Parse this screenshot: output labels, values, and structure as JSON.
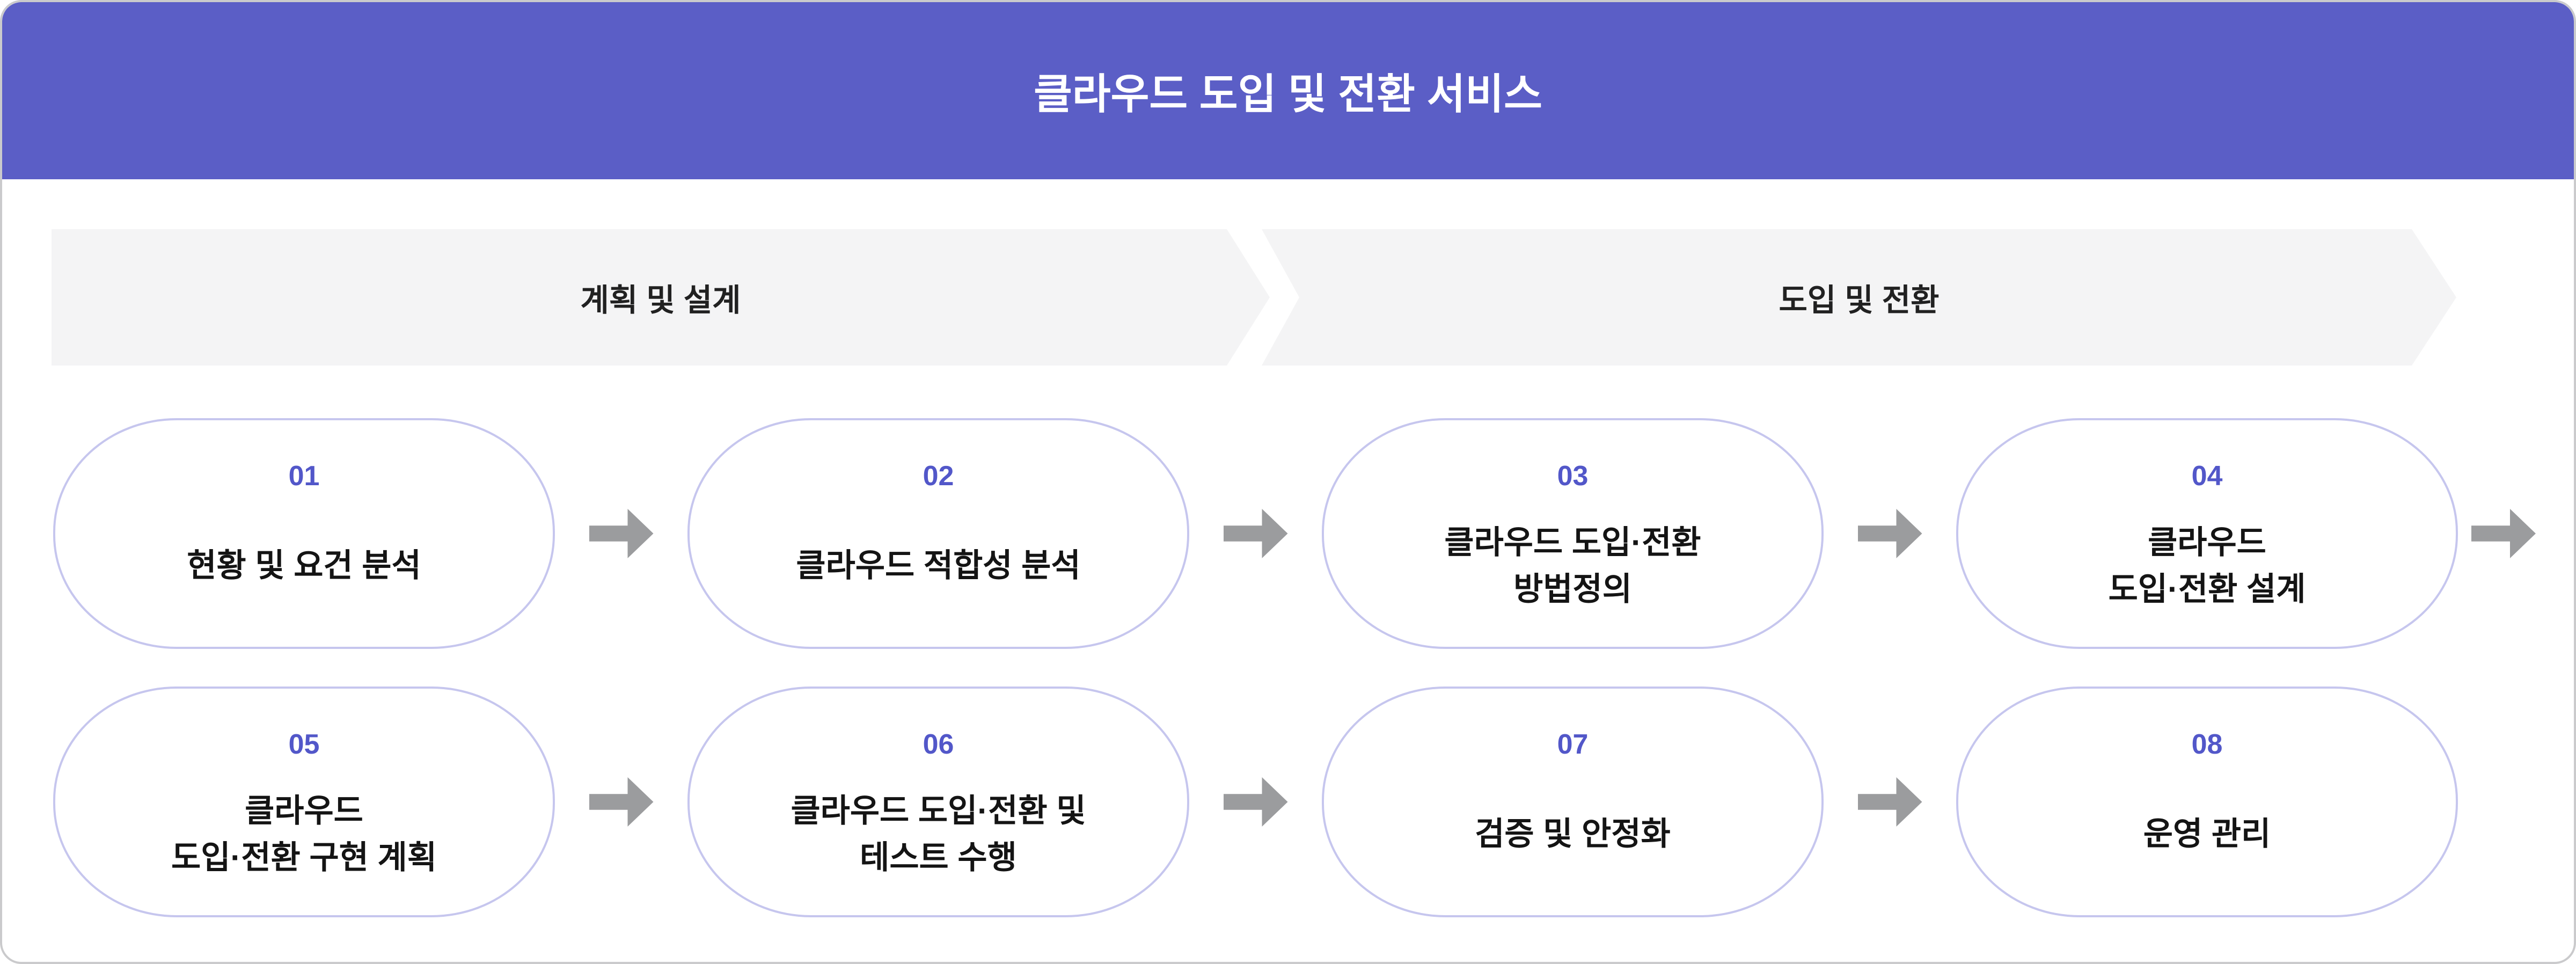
{
  "header": {
    "title": "클라우드 도입 및 전환 서비스"
  },
  "phases": [
    {
      "label": "계획 및 설계"
    },
    {
      "label": "도입 및 전환"
    }
  ],
  "steps": [
    {
      "number": "01",
      "label": "현황 및 요건 분석",
      "lines": [
        "현황 및 요건 분석"
      ]
    },
    {
      "number": "02",
      "label": "클라우드 적합성 분석",
      "lines": [
        "클라우드 적합성 분석"
      ]
    },
    {
      "number": "03",
      "label": "클라우드 도입·전환 방법정의",
      "lines": [
        "클라우드 도입·전환",
        "방법정의"
      ]
    },
    {
      "number": "04",
      "label": "클라우드 도입·전환 설계",
      "lines": [
        "클라우드",
        "도입·전환 설계"
      ]
    },
    {
      "number": "05",
      "label": "클라우드 도입·전환 구현 계획",
      "lines": [
        "클라우드",
        "도입·전환 구현 계획"
      ]
    },
    {
      "number": "06",
      "label": "클라우드 도입·전환 및 테스트 수행",
      "lines": [
        "클라우드 도입·전환 및",
        "테스트 수행"
      ]
    },
    {
      "number": "07",
      "label": "검증 및 안정화",
      "lines": [
        "검증 및 안정화"
      ]
    },
    {
      "number": "08",
      "label": "운영 관리",
      "lines": [
        "운영 관리"
      ]
    }
  ],
  "colors": {
    "header_bg": "#5b5ec6",
    "header_text": "#ffffff",
    "step_number": "#5257c9",
    "pill_border": "#c6c6ee",
    "pill_bg": "#ffffff",
    "band_bg": "#f4f4f5",
    "band_text": "#212121",
    "step_text": "#141414",
    "arrow": "#9b9c9e",
    "canvas_border": "#cacacc"
  },
  "icons": {
    "flow_arrow": "right-arrow"
  }
}
